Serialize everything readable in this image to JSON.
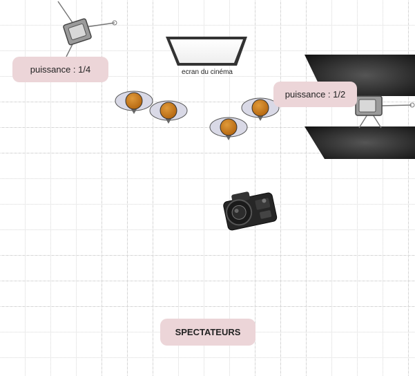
{
  "labels": {
    "left_light_power": "puissance : 1/4",
    "right_light_power": "puissance : 1/2",
    "screen_caption": "ecran du cinéma",
    "audience": "SPECTATEURS"
  },
  "colors": {
    "label_bg": "#ecd5d8",
    "person_head": "#c8781a",
    "panel_dark": "#1a1a1a"
  },
  "icons": {
    "left_light": "studio-light-icon",
    "right_light": "studio-light-icon",
    "screen": "screen-icon",
    "camera": "camera-icon",
    "person": "person-topview-icon",
    "flag_panel": "black-flag-panel-icon"
  }
}
